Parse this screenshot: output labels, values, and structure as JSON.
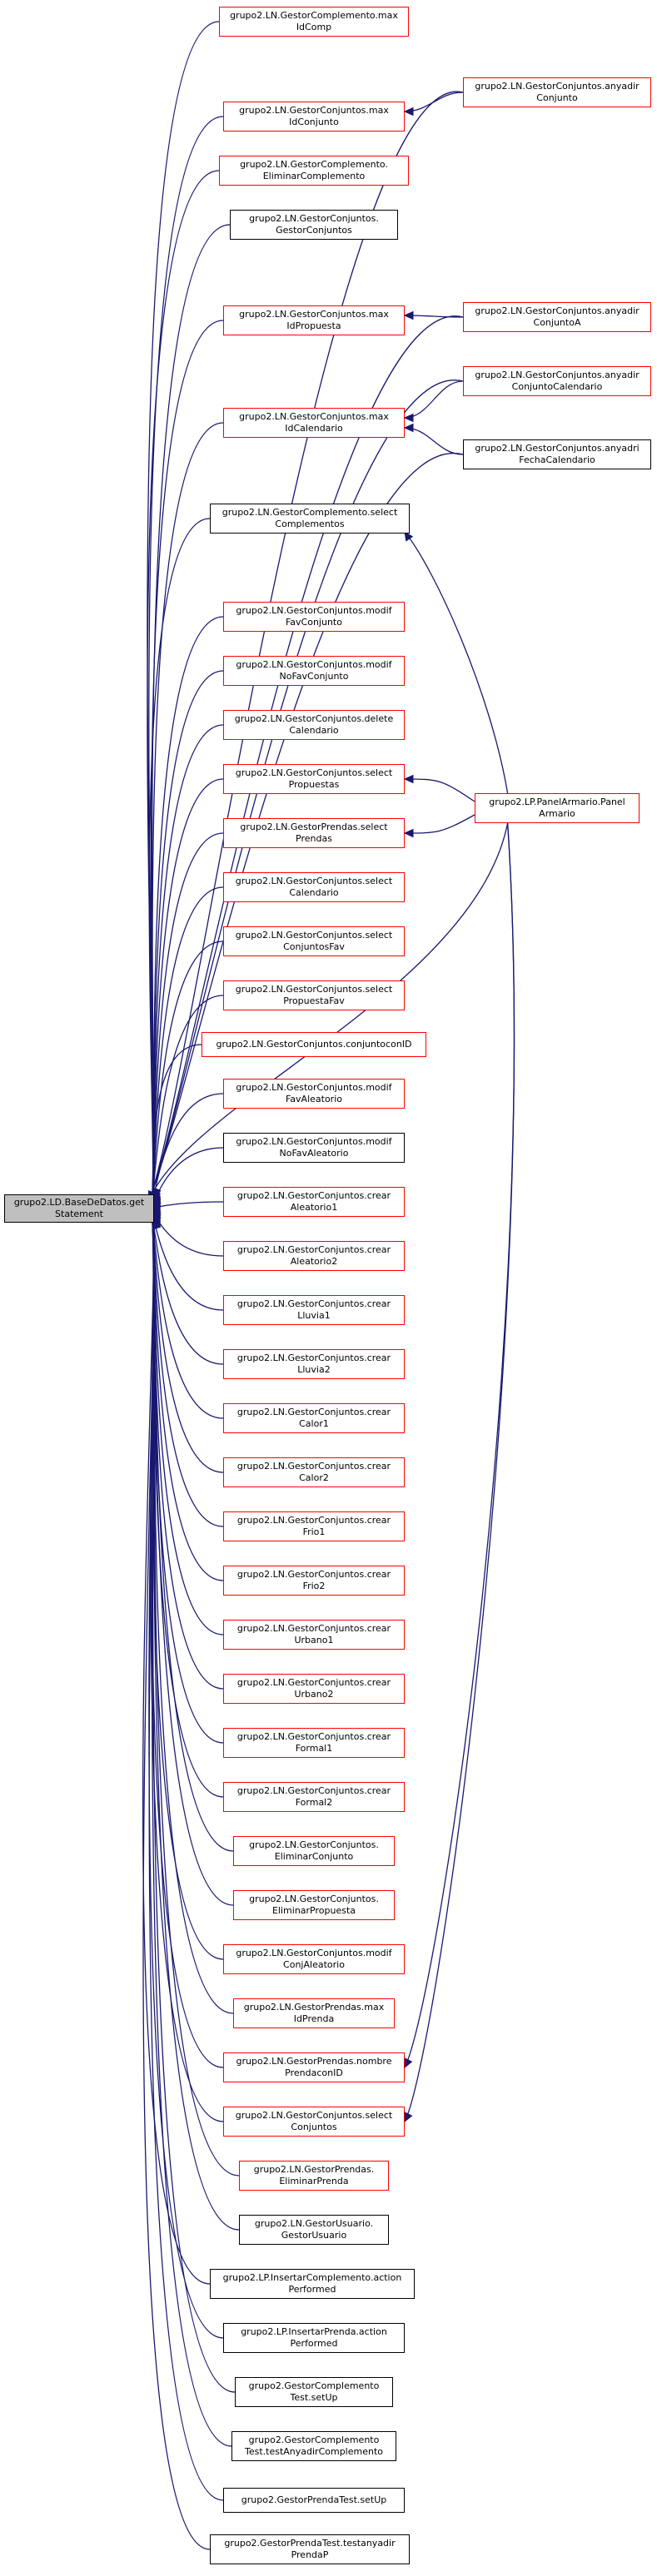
{
  "colors": {
    "edge": "#191970",
    "border_red": "#ff0000",
    "border_black": "#000000",
    "root_fill": "#bfbfbf"
  },
  "root": {
    "label": "grupo2.LD.BaseDeDatos.get\nStatement"
  },
  "nodes": [
    {
      "id": "n01",
      "label": "grupo2.LN.GestorComplemento.max\nIdComp",
      "border": "red"
    },
    {
      "id": "n02",
      "label": "grupo2.LN.GestorConjuntos.max\nIdConjunto",
      "border": "red"
    },
    {
      "id": "n03",
      "label": "grupo2.LN.GestorComplemento.\nEliminarComplemento",
      "border": "red"
    },
    {
      "id": "n04",
      "label": "grupo2.LN.GestorConjuntos.\nGestorConjuntos",
      "border": "black"
    },
    {
      "id": "n05",
      "label": "grupo2.LN.GestorConjuntos.max\nIdPropuesta",
      "border": "red"
    },
    {
      "id": "n06",
      "label": "grupo2.LN.GestorConjuntos.max\nIdCalendario",
      "border": "red"
    },
    {
      "id": "n07",
      "label": "grupo2.LN.GestorComplemento.select\nComplementos",
      "border": "black"
    },
    {
      "id": "n08",
      "label": "grupo2.LN.GestorConjuntos.modif\nFavConjunto",
      "border": "red"
    },
    {
      "id": "n09",
      "label": "grupo2.LN.GestorConjuntos.modif\nNoFavConjunto",
      "border": "red"
    },
    {
      "id": "n10",
      "label": "grupo2.LN.GestorConjuntos.delete\nCalendario",
      "border": "red"
    },
    {
      "id": "n11",
      "label": "grupo2.LN.GestorConjuntos.select\nPropuestas",
      "border": "red"
    },
    {
      "id": "n12",
      "label": "grupo2.LN.GestorPrendas.select\nPrendas",
      "border": "red"
    },
    {
      "id": "n13",
      "label": "grupo2.LN.GestorConjuntos.select\nCalendario",
      "border": "red"
    },
    {
      "id": "n14",
      "label": "grupo2.LN.GestorConjuntos.select\nConjuntosFav",
      "border": "red"
    },
    {
      "id": "n15",
      "label": "grupo2.LN.GestorConjuntos.select\nPropuestaFav",
      "border": "red"
    },
    {
      "id": "n16",
      "label": "grupo2.LN.GestorConjuntos.conjuntoconID",
      "border": "red"
    },
    {
      "id": "n17",
      "label": "grupo2.LN.GestorConjuntos.modif\nFavAleatorio",
      "border": "red"
    },
    {
      "id": "n18",
      "label": "grupo2.LN.GestorConjuntos.modif\nNoFavAleatorio",
      "border": "black"
    },
    {
      "id": "n19",
      "label": "grupo2.LN.GestorConjuntos.crear\nAleatorio1",
      "border": "red"
    },
    {
      "id": "n20",
      "label": "grupo2.LN.GestorConjuntos.crear\nAleatorio2",
      "border": "red"
    },
    {
      "id": "n21",
      "label": "grupo2.LN.GestorConjuntos.crear\nLluvia1",
      "border": "red"
    },
    {
      "id": "n22",
      "label": "grupo2.LN.GestorConjuntos.crear\nLluvia2",
      "border": "red"
    },
    {
      "id": "n23",
      "label": "grupo2.LN.GestorConjuntos.crear\nCalor1",
      "border": "red"
    },
    {
      "id": "n24",
      "label": "grupo2.LN.GestorConjuntos.crear\nCalor2",
      "border": "red"
    },
    {
      "id": "n25",
      "label": "grupo2.LN.GestorConjuntos.crear\nFrio1",
      "border": "red"
    },
    {
      "id": "n26",
      "label": "grupo2.LN.GestorConjuntos.crear\nFrio2",
      "border": "red"
    },
    {
      "id": "n27",
      "label": "grupo2.LN.GestorConjuntos.crear\nUrbano1",
      "border": "red"
    },
    {
      "id": "n28",
      "label": "grupo2.LN.GestorConjuntos.crear\nUrbano2",
      "border": "red"
    },
    {
      "id": "n29",
      "label": "grupo2.LN.GestorConjuntos.crear\nFormal1",
      "border": "red"
    },
    {
      "id": "n30",
      "label": "grupo2.LN.GestorConjuntos.crear\nFormal2",
      "border": "red"
    },
    {
      "id": "n31",
      "label": "grupo2.LN.GestorConjuntos.\nEliminarConjunto",
      "border": "red"
    },
    {
      "id": "n32",
      "label": "grupo2.LN.GestorConjuntos.\nEliminarPropuesta",
      "border": "red"
    },
    {
      "id": "n33",
      "label": "grupo2.LN.GestorConjuntos.modif\nConjAleatorio",
      "border": "red"
    },
    {
      "id": "n34",
      "label": "grupo2.LN.GestorPrendas.max\nIdPrenda",
      "border": "red"
    },
    {
      "id": "n35",
      "label": "grupo2.LN.GestorPrendas.nombre\nPrendaconID",
      "border": "red"
    },
    {
      "id": "n36",
      "label": "grupo2.LN.GestorConjuntos.select\nConjuntos",
      "border": "red"
    },
    {
      "id": "n37",
      "label": "grupo2.LN.GestorPrendas.\nEliminarPrenda",
      "border": "red"
    },
    {
      "id": "n38",
      "label": "grupo2.LN.GestorUsuario.\nGestorUsuario",
      "border": "black"
    },
    {
      "id": "n39",
      "label": "grupo2.LP.InsertarComplemento.action\nPerformed",
      "border": "black"
    },
    {
      "id": "n40",
      "label": "grupo2.LP.InsertarPrenda.action\nPerformed",
      "border": "black"
    },
    {
      "id": "n41",
      "label": "grupo2.GestorComplemento\nTest.setUp",
      "border": "black"
    },
    {
      "id": "n42",
      "label": "grupo2.GestorComplemento\nTest.testAnyadirComplemento",
      "border": "black"
    },
    {
      "id": "n43",
      "label": "grupo2.GestorPrendaTest.setUp",
      "border": "black"
    },
    {
      "id": "n44",
      "label": "grupo2.GestorPrendaTest.testanyadir\nPrendaP",
      "border": "black"
    },
    {
      "id": "r1",
      "label": "grupo2.LN.GestorConjuntos.anyadir\nConjunto",
      "border": "red"
    },
    {
      "id": "r2",
      "label": "grupo2.LN.GestorConjuntos.anyadir\nConjuntoA",
      "border": "red"
    },
    {
      "id": "r3",
      "label": "grupo2.LN.GestorConjuntos.anyadir\nConjuntoCalendario",
      "border": "red"
    },
    {
      "id": "r4",
      "label": "grupo2.LN.GestorConjuntos.anyadri\nFechaCalendario",
      "border": "black"
    },
    {
      "id": "r5",
      "label": "grupo2.LP.PanelArmario.Panel\nArmario",
      "border": "red"
    }
  ],
  "edges": [
    {
      "from": "r1",
      "to": "n02"
    },
    {
      "from": "r2",
      "to": "n05"
    },
    {
      "from": "r3",
      "to": "n06"
    },
    {
      "from": "r4",
      "to": "n06"
    },
    {
      "from": "r5",
      "to": "n07"
    },
    {
      "from": "r5",
      "to": "n11"
    },
    {
      "from": "r5",
      "to": "n12"
    },
    {
      "from": "r5",
      "to": "n35"
    },
    {
      "from": "r5",
      "to": "n36"
    }
  ]
}
